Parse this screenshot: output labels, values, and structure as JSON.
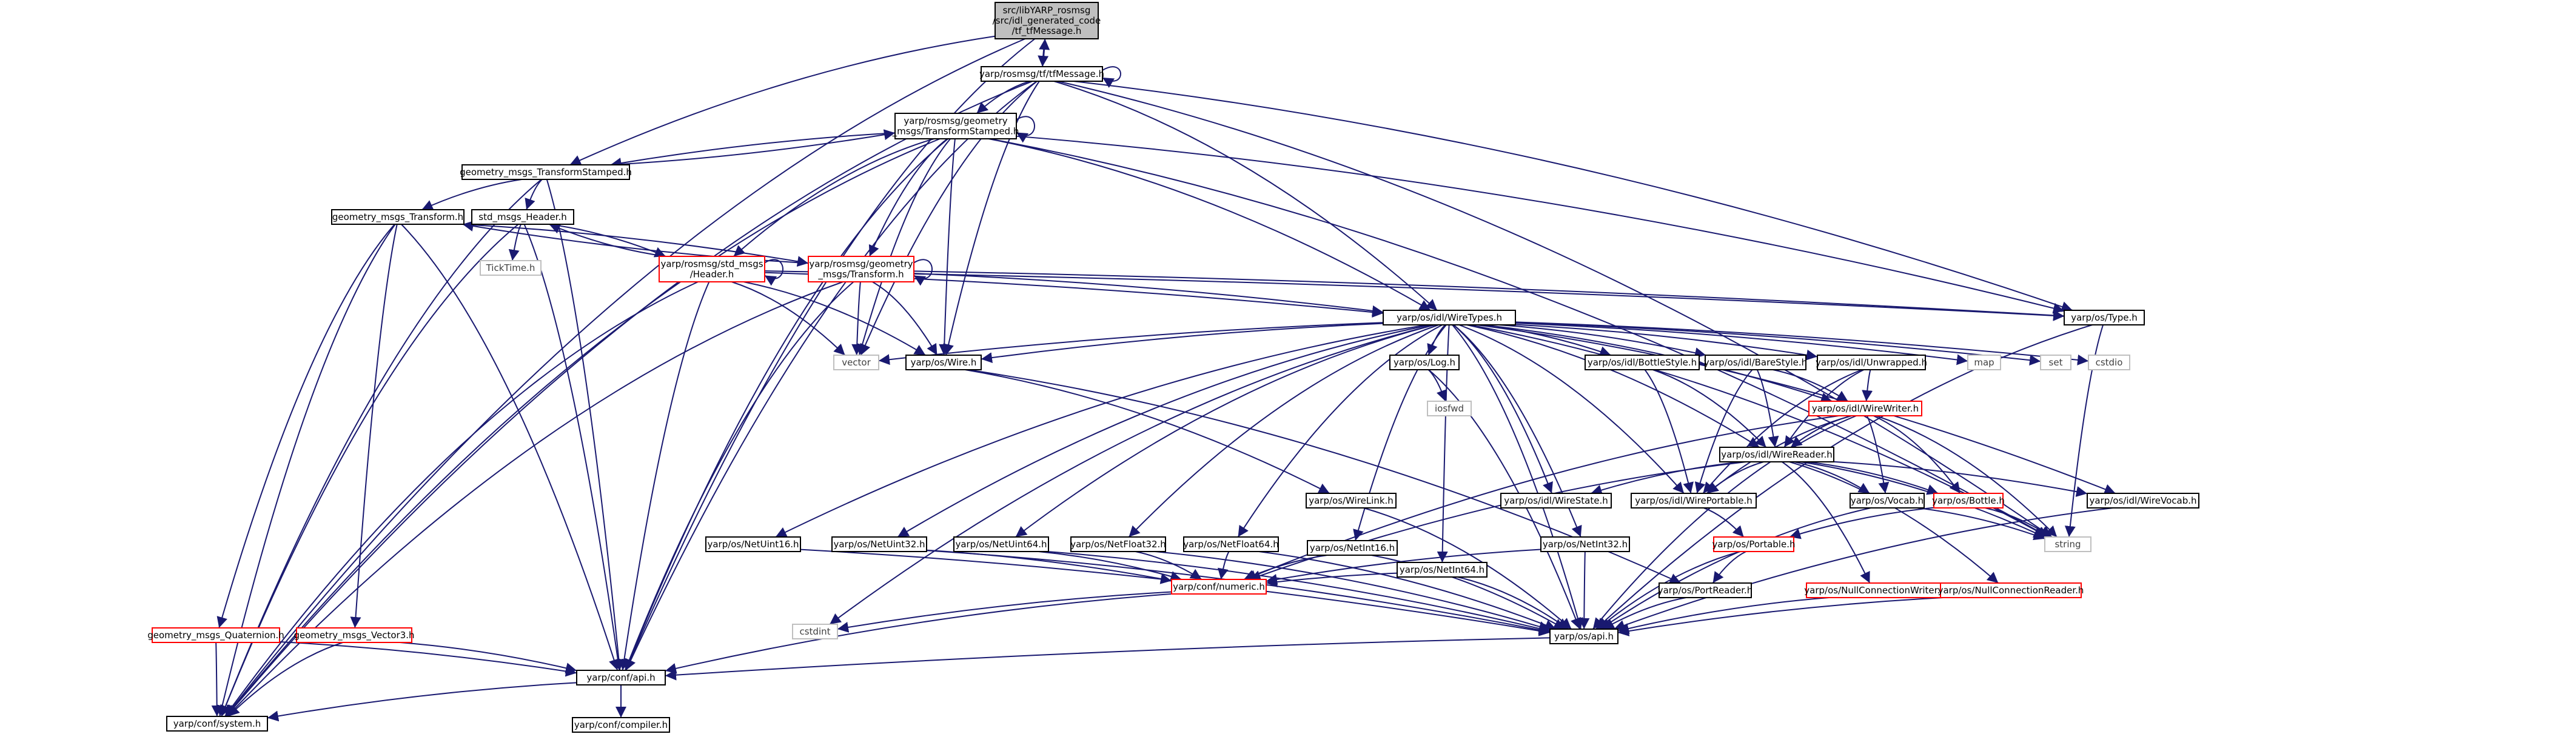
{
  "graph": {
    "nodes": [
      {
        "id": "root",
        "lines": [
          "src/libYARP_rosmsg",
          "/src/idl_generated_code",
          "/tf_tfMessage.h"
        ],
        "kind": "root"
      },
      {
        "id": "tfm",
        "lines": [
          "yarp/rosmsg/tf/tfMessage.h"
        ],
        "kind": "normal"
      },
      {
        "id": "tst",
        "lines": [
          "yarp/rosmsg/geometry",
          "_msgs/TransformStamped.h"
        ],
        "kind": "normal"
      },
      {
        "id": "gts",
        "lines": [
          "geometry_msgs_TransformStamped.h"
        ],
        "kind": "normal"
      },
      {
        "id": "gt",
        "lines": [
          "geometry_msgs_Transform.h"
        ],
        "kind": "normal"
      },
      {
        "id": "smh",
        "lines": [
          "std_msgs_Header.h"
        ],
        "kind": "normal"
      },
      {
        "id": "tick",
        "lines": [
          "TickTime.h"
        ],
        "kind": "plain"
      },
      {
        "id": "rsh",
        "lines": [
          "yarp/rosmsg/std_msgs",
          "/Header.h"
        ],
        "kind": "red"
      },
      {
        "id": "rgt",
        "lines": [
          "yarp/rosmsg/geometry",
          "_msgs/Transform.h"
        ],
        "kind": "red"
      },
      {
        "id": "wt",
        "lines": [
          "yarp/os/idl/WireTypes.h"
        ],
        "kind": "normal"
      },
      {
        "id": "type",
        "lines": [
          "yarp/os/Type.h"
        ],
        "kind": "normal"
      },
      {
        "id": "vector",
        "lines": [
          "vector"
        ],
        "kind": "plain"
      },
      {
        "id": "wire",
        "lines": [
          "yarp/os/Wire.h"
        ],
        "kind": "normal"
      },
      {
        "id": "log",
        "lines": [
          "yarp/os/Log.h"
        ],
        "kind": "normal"
      },
      {
        "id": "iosfwd",
        "lines": [
          "iosfwd"
        ],
        "kind": "plain"
      },
      {
        "id": "bottlestyle",
        "lines": [
          "yarp/os/idl/BottleStyle.h"
        ],
        "kind": "normal"
      },
      {
        "id": "barestyle",
        "lines": [
          "yarp/os/idl/BareStyle.h"
        ],
        "kind": "normal"
      },
      {
        "id": "unwrapped",
        "lines": [
          "yarp/os/idl/Unwrapped.h"
        ],
        "kind": "normal"
      },
      {
        "id": "map",
        "lines": [
          "map"
        ],
        "kind": "plain"
      },
      {
        "id": "set",
        "lines": [
          "set"
        ],
        "kind": "plain"
      },
      {
        "id": "cstdio",
        "lines": [
          "cstdio"
        ],
        "kind": "plain"
      },
      {
        "id": "wirewriter",
        "lines": [
          "yarp/os/idl/WireWriter.h"
        ],
        "kind": "red"
      },
      {
        "id": "wirereader",
        "lines": [
          "yarp/os/idl/WireReader.h"
        ],
        "kind": "normal"
      },
      {
        "id": "wirelink",
        "lines": [
          "yarp/os/WireLink.h"
        ],
        "kind": "normal"
      },
      {
        "id": "wirestate",
        "lines": [
          "yarp/os/idl/WireState.h"
        ],
        "kind": "normal"
      },
      {
        "id": "wireportable",
        "lines": [
          "yarp/os/idl/WirePortable.h"
        ],
        "kind": "normal"
      },
      {
        "id": "vocab",
        "lines": [
          "yarp/os/Vocab.h"
        ],
        "kind": "normal"
      },
      {
        "id": "bottle",
        "lines": [
          "yarp/os/Bottle.h"
        ],
        "kind": "red"
      },
      {
        "id": "wirevocab",
        "lines": [
          "yarp/os/idl/WireVocab.h"
        ],
        "kind": "normal"
      },
      {
        "id": "string",
        "lines": [
          "string"
        ],
        "kind": "plain"
      },
      {
        "id": "nuint16",
        "lines": [
          "yarp/os/NetUint16.h"
        ],
        "kind": "normal"
      },
      {
        "id": "nuint32",
        "lines": [
          "yarp/os/NetUint32.h"
        ],
        "kind": "normal"
      },
      {
        "id": "nuint64",
        "lines": [
          "yarp/os/NetUint64.h"
        ],
        "kind": "normal"
      },
      {
        "id": "nfloat32",
        "lines": [
          "yarp/os/NetFloat32.h"
        ],
        "kind": "normal"
      },
      {
        "id": "nfloat64",
        "lines": [
          "yarp/os/NetFloat64.h"
        ],
        "kind": "normal"
      },
      {
        "id": "nint16",
        "lines": [
          "yarp/os/NetInt16.h"
        ],
        "kind": "normal"
      },
      {
        "id": "nint64",
        "lines": [
          "yarp/os/NetInt64.h"
        ],
        "kind": "normal"
      },
      {
        "id": "nint32",
        "lines": [
          "yarp/os/NetInt32.h"
        ],
        "kind": "normal"
      },
      {
        "id": "portable",
        "lines": [
          "yarp/os/Portable.h"
        ],
        "kind": "red"
      },
      {
        "id": "portreader",
        "lines": [
          "yarp/os/PortReader.h"
        ],
        "kind": "normal"
      },
      {
        "id": "ncw",
        "lines": [
          "yarp/os/NullConnectionWriter.h"
        ],
        "kind": "red"
      },
      {
        "id": "ncr",
        "lines": [
          "yarp/os/NullConnectionReader.h"
        ],
        "kind": "red"
      },
      {
        "id": "numeric",
        "lines": [
          "yarp/conf/numeric.h"
        ],
        "kind": "red"
      },
      {
        "id": "cstdint",
        "lines": [
          "cstdint"
        ],
        "kind": "plain"
      },
      {
        "id": "osapi",
        "lines": [
          "yarp/os/api.h"
        ],
        "kind": "normal"
      },
      {
        "id": "gq",
        "lines": [
          "geometry_msgs_Quaternion.h"
        ],
        "kind": "red"
      },
      {
        "id": "gv3",
        "lines": [
          "geometry_msgs_Vector3.h"
        ],
        "kind": "red"
      },
      {
        "id": "confapi",
        "lines": [
          "yarp/conf/api.h"
        ],
        "kind": "normal"
      },
      {
        "id": "system",
        "lines": [
          "yarp/conf/system.h"
        ],
        "kind": "normal"
      },
      {
        "id": "compiler",
        "lines": [
          "yarp/conf/compiler.h"
        ],
        "kind": "normal"
      }
    ],
    "edges": [
      [
        "root",
        "tfm"
      ],
      [
        "root",
        "gts"
      ],
      [
        "root",
        "system"
      ],
      [
        "root",
        "confapi"
      ],
      [
        "tfm",
        "root"
      ],
      [
        "tfm",
        "tfm"
      ],
      [
        "tfm",
        "tst"
      ],
      [
        "tfm",
        "wt"
      ],
      [
        "tfm",
        "type"
      ],
      [
        "tfm",
        "string"
      ],
      [
        "tfm",
        "vector"
      ],
      [
        "tfm",
        "wire"
      ],
      [
        "tfm",
        "confapi"
      ],
      [
        "tfm",
        "system"
      ],
      [
        "tst",
        "tst"
      ],
      [
        "tst",
        "gts"
      ],
      [
        "tst",
        "rsh"
      ],
      [
        "tst",
        "rgt"
      ],
      [
        "tst",
        "wt"
      ],
      [
        "tst",
        "type"
      ],
      [
        "tst",
        "string"
      ],
      [
        "tst",
        "vector"
      ],
      [
        "tst",
        "wire"
      ],
      [
        "tst",
        "confapi"
      ],
      [
        "tst",
        "system"
      ],
      [
        "gts",
        "tst"
      ],
      [
        "gts",
        "gt"
      ],
      [
        "gts",
        "smh"
      ],
      [
        "gts",
        "confapi"
      ],
      [
        "gts",
        "system"
      ],
      [
        "gt",
        "rgt"
      ],
      [
        "gt",
        "gq"
      ],
      [
        "gt",
        "gv3"
      ],
      [
        "gt",
        "confapi"
      ],
      [
        "gt",
        "system"
      ],
      [
        "smh",
        "rsh"
      ],
      [
        "smh",
        "tick"
      ],
      [
        "smh",
        "confapi"
      ],
      [
        "smh",
        "system"
      ],
      [
        "rsh",
        "rsh"
      ],
      [
        "rsh",
        "smh"
      ],
      [
        "rsh",
        "wt"
      ],
      [
        "rsh",
        "vector"
      ],
      [
        "rsh",
        "wire"
      ],
      [
        "rsh",
        "type"
      ],
      [
        "rsh",
        "confapi"
      ],
      [
        "rsh",
        "system"
      ],
      [
        "rgt",
        "rgt"
      ],
      [
        "rgt",
        "gt"
      ],
      [
        "rgt",
        "wt"
      ],
      [
        "rgt",
        "vector"
      ],
      [
        "rgt",
        "wire"
      ],
      [
        "rgt",
        "type"
      ],
      [
        "rgt",
        "confapi"
      ],
      [
        "rgt",
        "system"
      ],
      [
        "type",
        "string"
      ],
      [
        "type",
        "osapi"
      ],
      [
        "wt",
        "vector"
      ],
      [
        "wt",
        "wire"
      ],
      [
        "wt",
        "log"
      ],
      [
        "wt",
        "bottlestyle"
      ],
      [
        "wt",
        "barestyle"
      ],
      [
        "wt",
        "unwrapped"
      ],
      [
        "wt",
        "map"
      ],
      [
        "wt",
        "set"
      ],
      [
        "wt",
        "cstdio"
      ],
      [
        "wt",
        "string"
      ],
      [
        "wt",
        "wirewriter"
      ],
      [
        "wt",
        "wirereader"
      ],
      [
        "wt",
        "wirestate"
      ],
      [
        "wt",
        "wireportable"
      ],
      [
        "wt",
        "wirevocab"
      ],
      [
        "wt",
        "nuint16"
      ],
      [
        "wt",
        "nuint32"
      ],
      [
        "wt",
        "nuint64"
      ],
      [
        "wt",
        "nfloat32"
      ],
      [
        "wt",
        "nfloat64"
      ],
      [
        "wt",
        "nint16"
      ],
      [
        "wt",
        "nint64"
      ],
      [
        "wt",
        "nint32"
      ],
      [
        "wt",
        "cstdint"
      ],
      [
        "wt",
        "osapi"
      ],
      [
        "wire",
        "wirelink"
      ],
      [
        "wire",
        "portreader"
      ],
      [
        "log",
        "iosfwd"
      ],
      [
        "log",
        "osapi"
      ],
      [
        "bottlestyle",
        "wirereader"
      ],
      [
        "bottlestyle",
        "wireportable"
      ],
      [
        "barestyle",
        "wirewriter"
      ],
      [
        "barestyle",
        "wirereader"
      ],
      [
        "barestyle",
        "wireportable"
      ],
      [
        "unwrapped",
        "wirewriter"
      ],
      [
        "unwrapped",
        "wirereader"
      ],
      [
        "unwrapped",
        "wireportable"
      ],
      [
        "wirewriter",
        "wirereader"
      ],
      [
        "wirewriter",
        "vocab"
      ],
      [
        "wirewriter",
        "bottle"
      ],
      [
        "wirewriter",
        "string"
      ],
      [
        "wirewriter",
        "numeric"
      ],
      [
        "wirewriter",
        "wireportable"
      ],
      [
        "wirewriter",
        "osapi"
      ],
      [
        "wirereader",
        "wirestate"
      ],
      [
        "wirereader",
        "wireportable"
      ],
      [
        "wirereader",
        "vocab"
      ],
      [
        "wirereader",
        "bottle"
      ],
      [
        "wirereader",
        "wirevocab"
      ],
      [
        "wirereader",
        "string"
      ],
      [
        "wirereader",
        "ncw"
      ],
      [
        "wirereader",
        "ncr"
      ],
      [
        "wirereader",
        "numeric"
      ],
      [
        "wirelink",
        "osapi"
      ],
      [
        "wireportable",
        "portable"
      ],
      [
        "vocab",
        "string"
      ],
      [
        "vocab",
        "osapi"
      ],
      [
        "bottle",
        "portable"
      ],
      [
        "bottle",
        "string"
      ],
      [
        "wirevocab",
        "osapi"
      ],
      [
        "portable",
        "portreader"
      ],
      [
        "portable",
        "osapi"
      ],
      [
        "portreader",
        "osapi"
      ],
      [
        "ncw",
        "osapi"
      ],
      [
        "ncr",
        "osapi"
      ],
      [
        "nuint16",
        "osapi"
      ],
      [
        "nuint32",
        "numeric"
      ],
      [
        "nuint32",
        "osapi"
      ],
      [
        "nuint64",
        "numeric"
      ],
      [
        "nuint64",
        "osapi"
      ],
      [
        "nfloat32",
        "numeric"
      ],
      [
        "nfloat32",
        "osapi"
      ],
      [
        "nfloat64",
        "numeric"
      ],
      [
        "nfloat64",
        "osapi"
      ],
      [
        "nint16",
        "numeric"
      ],
      [
        "nint16",
        "osapi"
      ],
      [
        "nint64",
        "numeric"
      ],
      [
        "nint64",
        "osapi"
      ],
      [
        "nint32",
        "numeric"
      ],
      [
        "nint32",
        "osapi"
      ],
      [
        "numeric",
        "cstdint"
      ],
      [
        "numeric",
        "confapi"
      ],
      [
        "osapi",
        "confapi"
      ],
      [
        "gq",
        "confapi"
      ],
      [
        "gq",
        "system"
      ],
      [
        "gv3",
        "confapi"
      ],
      [
        "gv3",
        "system"
      ],
      [
        "confapi",
        "system"
      ],
      [
        "confapi",
        "compiler"
      ]
    ]
  }
}
